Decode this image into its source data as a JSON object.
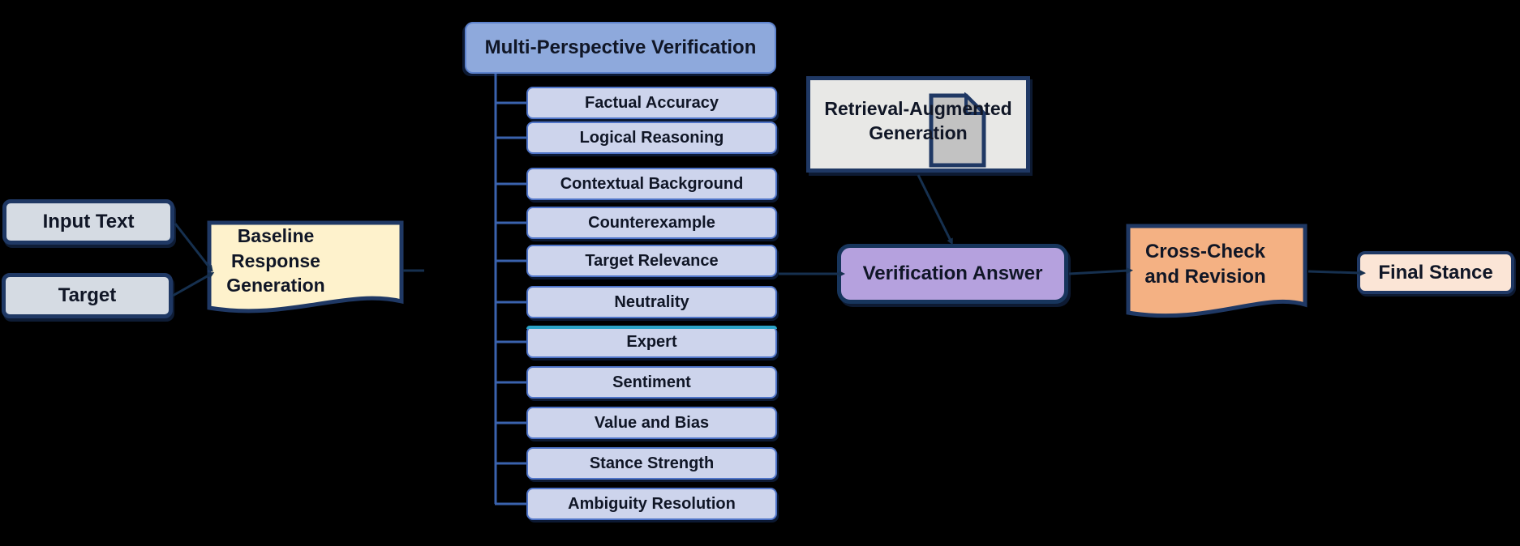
{
  "figure": {
    "background_color": "#000000",
    "nodes": {
      "input_text": {
        "label": "Input Text"
      },
      "target": {
        "label": "Target"
      },
      "baseline": {
        "label": "Baseline Response Generation",
        "shape": "document"
      },
      "multi_perspective": {
        "label": "Multi-Perspective Verification"
      },
      "perspectives": [
        {
          "label": "Factual Accuracy"
        },
        {
          "label": "Logical Reasoning"
        },
        {
          "label": "Contextual Background"
        },
        {
          "label": "Counterexample"
        },
        {
          "label": "Target Relevance"
        },
        {
          "label": "Neutrality"
        },
        {
          "label": "Expert",
          "accent_top": true
        },
        {
          "label": "Sentiment"
        },
        {
          "label": "Value and Bias"
        },
        {
          "label": "Stance Strength"
        },
        {
          "label": "Ambiguity Resolution"
        }
      ],
      "rag": {
        "label": "Retrieval-Augmented Generation",
        "icon": "document-icon"
      },
      "verification_answer": {
        "label": "Verification Answer"
      },
      "cross_check": {
        "label": "Cross-Check and Revision",
        "shape": "document"
      },
      "final_stance": {
        "label": "Final Stance"
      }
    },
    "colors": {
      "background": "#000000",
      "header_fill": "#8EA9DC",
      "perspective_fill": "#CDD4EC",
      "perspective_border": "#4F74C8",
      "expert_accent": "#2BA3C8",
      "input_fill": "#D5DBE3",
      "baseline_fill": "#FEF2CC",
      "rag_fill": "#E8E8E6",
      "rag_icon_fill": "#C2C2C2",
      "rag_icon_fold": "#A9A9A9",
      "verification_fill": "#B5A1DE",
      "cross_check_fill": "#F4B183",
      "final_stance_fill": "#FBE5D6",
      "outline_navy": "#1F3864",
      "connector_navy": "#16304F",
      "tree_line": "#3A62AD"
    }
  }
}
